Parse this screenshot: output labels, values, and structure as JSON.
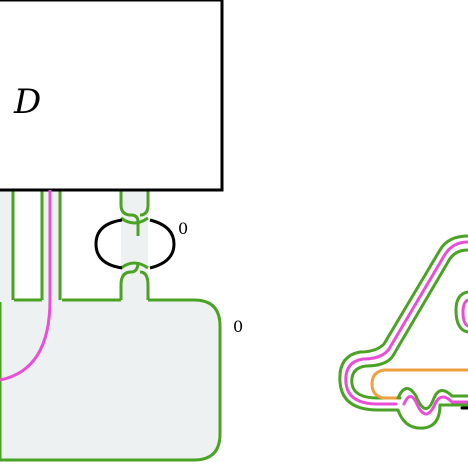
{
  "diagram": {
    "box_label": "D",
    "framing_small_circle": "0",
    "framing_surface": "0"
  },
  "colors": {
    "green": "#4aa324",
    "magenta": "#e84fd7",
    "orange": "#f0a040",
    "black": "#000000",
    "surface_fill": "#eef1f2"
  }
}
